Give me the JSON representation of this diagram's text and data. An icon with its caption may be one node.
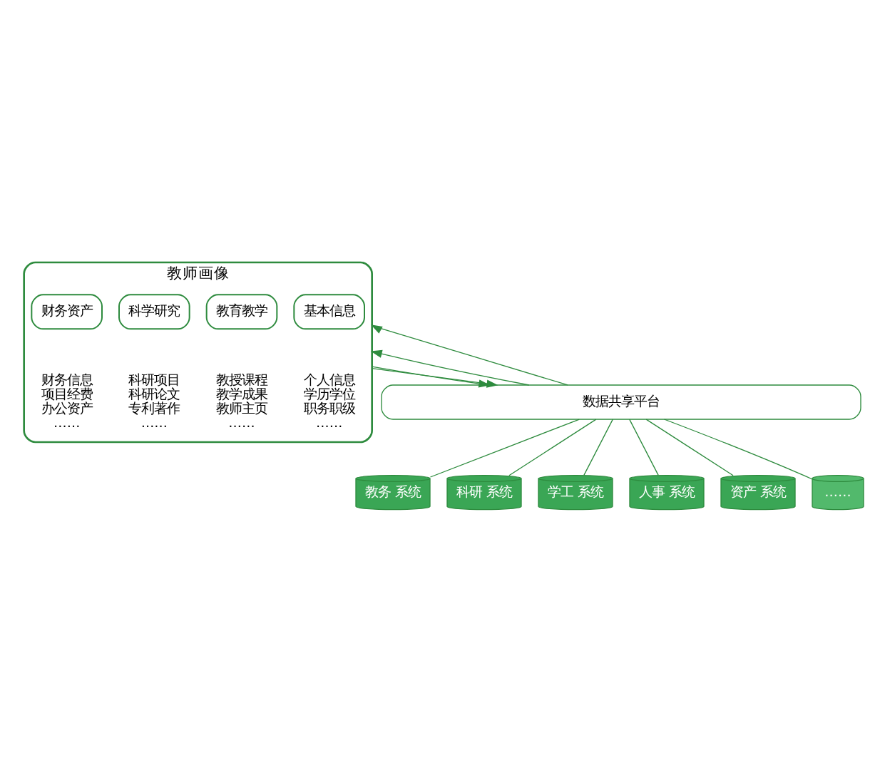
{
  "diagram": {
    "nodes": [
      {
        "text": [
          "教师画像"
        ]
      },
      {
        "text": [
          "基本信息"
        ],
        "in": 0,
        "beside": [
          "个人信息",
          "学历学位",
          "职务职级",
          "……"
        ]
      },
      {
        "text": [
          "教育教学"
        ],
        "in": 0,
        "beside": [
          "教授课程",
          "教学成果",
          "教师主页",
          "……"
        ]
      },
      {
        "text": [
          "科学研究"
        ],
        "in": 0,
        "beside": [
          "科研项目",
          "科研论文",
          "专利著作",
          "……"
        ]
      },
      {
        "text": [
          "财务资产"
        ],
        "in": 0,
        "beside": [
          "财务信息",
          "项目经费",
          "办公资产",
          "……"
        ]
      },
      {
        "text": [
          "数据共享平台"
        ]
      },
      {
        "text": [
          "教务 系统"
        ]
      },
      {
        "text": [
          "科研 系统"
        ]
      },
      {
        "text": [
          "学工 系统"
        ]
      },
      {
        "text": [
          "人事 系统"
        ]
      },
      {
        "text": [
          "资产 系统"
        ]
      },
      {
        "text": [
          "……"
        ]
      }
    ],
    "edges": [
      {
        "from": 5,
        "to": 0,
        "arrow": "to"
      },
      {
        "from": 5,
        "to": 0,
        "arrow": "to"
      },
      {
        "from": 0,
        "to": 5,
        "arrow": "to"
      },
      {
        "from": 0,
        "to": 5,
        "arrow": "to"
      },
      {
        "from": 5,
        "to": 6,
        "arrow": "none"
      },
      {
        "from": 5,
        "to": 7,
        "arrow": "none"
      },
      {
        "from": 5,
        "to": 8,
        "arrow": "none"
      },
      {
        "from": 5,
        "to": 9,
        "arrow": "none"
      },
      {
        "from": 5,
        "to": 10,
        "arrow": "none"
      },
      {
        "from": 5,
        "to": 11,
        "arrow": "none"
      }
    ]
  }
}
